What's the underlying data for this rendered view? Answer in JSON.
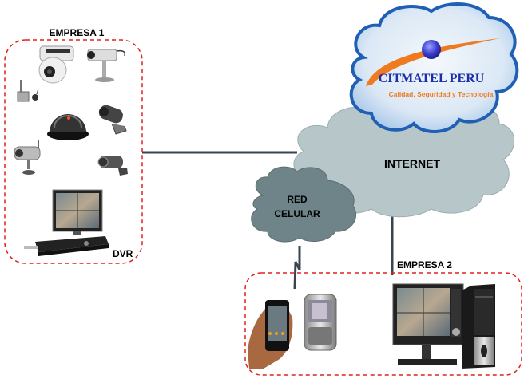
{
  "diagram": {
    "nodes": {
      "empresa1": {
        "label": "EMPRESA 1",
        "dvr_label": "DVR"
      },
      "empresa2": {
        "label": "EMPRESA 2"
      },
      "internet": {
        "label": "INTERNET"
      },
      "red_celular": {
        "label_line1": "RED",
        "label_line2": "CELULAR"
      },
      "provider": {
        "name": "CITMATEL PERU",
        "tagline": "Calidad, Seguridad y Tecnología"
      }
    },
    "devices": {
      "empresa1": [
        "ptz-camera",
        "box-camera",
        "wireless-camera-kit",
        "dome-camera",
        "bullet-camera",
        "wireless-bullet-camera",
        "ir-bullet-camera",
        "dvr-monitor",
        "dvr-recorder"
      ],
      "empresa2": [
        "iphone",
        "blackberry",
        "monitor",
        "pc-tower"
      ]
    },
    "connections": [
      {
        "from": "EMPRESA 1",
        "to": "INTERNET",
        "type": "wired"
      },
      {
        "from": "INTERNET",
        "to": "EMPRESA 2",
        "type": "wired"
      },
      {
        "from": "RED CELULAR",
        "to": "EMPRESA 2 (mobile)",
        "type": "wireless"
      }
    ],
    "colors": {
      "dashed_border": "#e02020",
      "link_line": "#3a4450",
      "internet_cloud": "#b6c6c9",
      "cellular_cloud": "#6e8488",
      "provider_cloud_edge": "#1f5fb4",
      "provider_cloud_fill": "#dbe8f5",
      "brand_text": "#1a2fa8",
      "tagline_text": "#f07a20",
      "swoosh": "#f07a20",
      "globe": "#3d3fd0"
    }
  }
}
